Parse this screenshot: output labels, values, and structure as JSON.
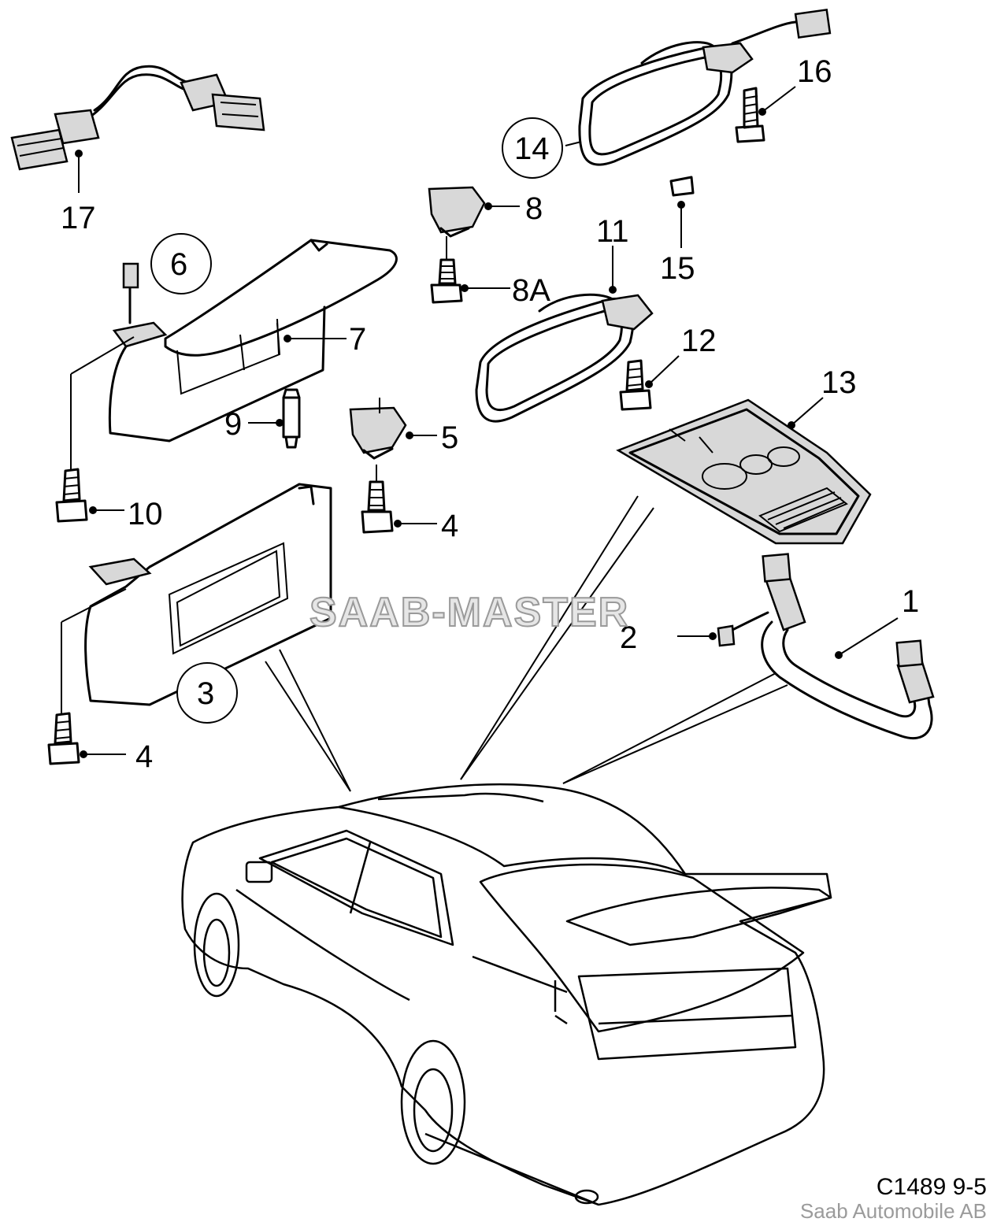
{
  "callouts": {
    "c1": "1",
    "c2": "2",
    "c3": "3",
    "c4a": "4",
    "c4b": "4",
    "c5": "5",
    "c6": "6",
    "c7": "7",
    "c8": "8",
    "c8a": "8A",
    "c9": "9",
    "c10": "10",
    "c11": "11",
    "c12": "12",
    "c13": "13",
    "c14": "14",
    "c15": "15",
    "c16": "16",
    "c17": "17"
  },
  "watermark": "SAAB-MASTER",
  "diagram_code": "C1489 9-5",
  "copyright": "Saab Automobile AB"
}
